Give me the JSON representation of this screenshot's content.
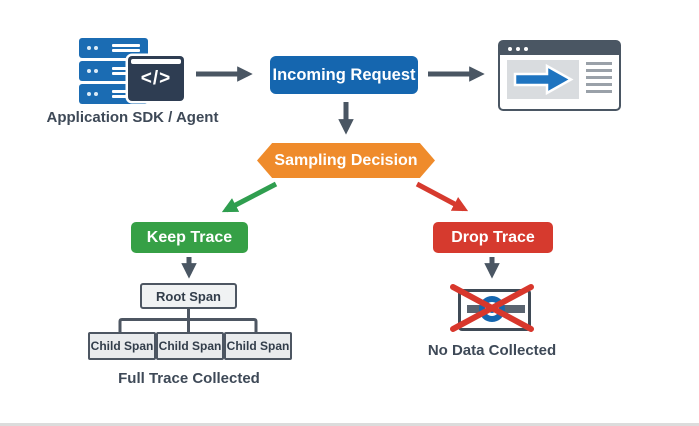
{
  "app": {
    "label": "Application SDK / Agent",
    "code_glyph": "</>"
  },
  "flow": {
    "incoming_request": "Incoming Request",
    "sampling_decision": "Sampling Decision",
    "keep_trace": "Keep Trace",
    "drop_trace": "Drop Trace",
    "root_span": "Root Span",
    "child_spans": [
      "Child Span",
      "Child Span",
      "Child Span"
    ],
    "full_trace_caption": "Full Trace Collected",
    "no_data_caption": "No Data Collected"
  },
  "icons": {
    "server_stack": "server-stack-icon",
    "code_window": "code-window-icon",
    "browser": "browser-window-icon",
    "browser_arrow": "right-arrow-icon",
    "no_data": "database-crossed-out-icon"
  },
  "colors": {
    "blue": "#1566af",
    "server_blue": "#1b6cb3",
    "code_navy": "#2e3d52",
    "slate": "#4a5663",
    "orange": "#ef8b2b",
    "green": "#36a046",
    "green_arrow": "#2f9e4f",
    "red": "#d63a2e",
    "gray_fill": "#eef0f2",
    "gray_border": "#4d5662",
    "text_dark": "#3e4957"
  }
}
